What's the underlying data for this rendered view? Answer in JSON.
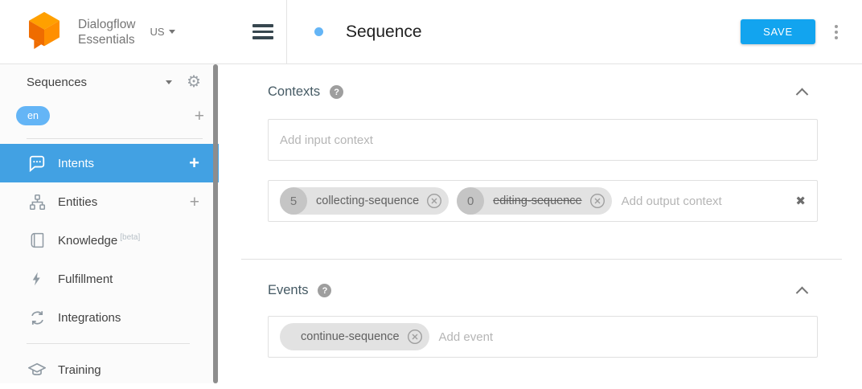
{
  "app": {
    "brand_line1": "Dialogflow",
    "brand_line2": "Essentials",
    "region": "US"
  },
  "sidebar": {
    "agent_name": "Sequences",
    "language": "en",
    "items": [
      {
        "label": "Intents"
      },
      {
        "label": "Entities"
      },
      {
        "label": "Knowledge",
        "badge": "[beta]"
      },
      {
        "label": "Fulfillment"
      },
      {
        "label": "Integrations"
      },
      {
        "label": "Training"
      }
    ]
  },
  "header": {
    "title": "Sequence",
    "save_label": "SAVE"
  },
  "contexts": {
    "title": "Contexts",
    "input_placeholder": "Add input context",
    "output_placeholder": "Add output context",
    "output_chips": [
      {
        "lifespan": "5",
        "name": "collecting-sequence"
      },
      {
        "lifespan": "0",
        "name": "editing-sequence"
      }
    ]
  },
  "events": {
    "title": "Events",
    "placeholder": "Add event",
    "chips": [
      {
        "name": "continue-sequence"
      }
    ]
  },
  "icons": {
    "gear": "⚙",
    "plus": "+",
    "clear": "✖",
    "help": "?"
  },
  "colors": {
    "save_blue": "#12a4ef",
    "active_blue": "#42a1e3",
    "lang_pill": "#64b5f6",
    "logo_orange": "#f57c00"
  }
}
